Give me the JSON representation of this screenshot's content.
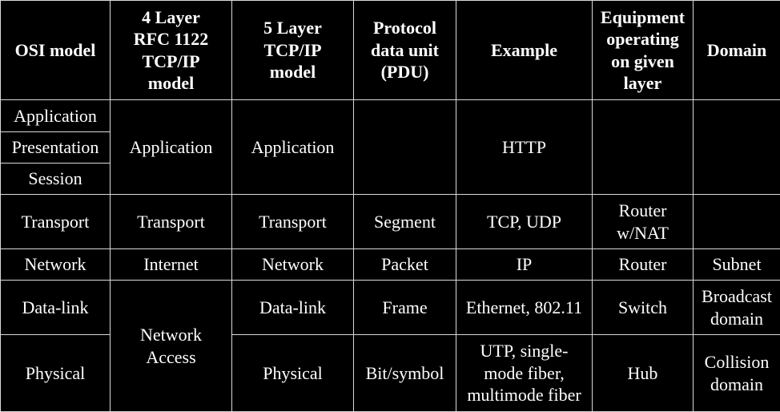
{
  "headers": {
    "osi": "OSI model",
    "rfc1122": "4 Layer\nRFC 1122\nTCP/IP\nmodel",
    "five_layer": "5 Layer\nTCP/IP\nmodel",
    "pdu": "Protocol\ndata unit\n(PDU)",
    "example": "Example",
    "equipment": "Equipment\noperating\non given\nlayer",
    "domain": "Domain"
  },
  "rows": {
    "application": {
      "osi": "Application",
      "presentation": "Presentation",
      "session": "Session",
      "rfc1122": "Application",
      "five_layer": "Application",
      "pdu": "",
      "example": "HTTP",
      "equipment": "",
      "domain": ""
    },
    "transport": {
      "osi": "Transport",
      "rfc1122": "Transport",
      "five_layer": "Transport",
      "pdu": "Segment",
      "example": "TCP, UDP",
      "equipment": "Router\nw/NAT",
      "domain": ""
    },
    "network": {
      "osi": "Network",
      "rfc1122": "Internet",
      "five_layer": "Network",
      "pdu": "Packet",
      "example": "IP",
      "equipment": "Router",
      "domain": "Subnet"
    },
    "datalink": {
      "osi": "Data-link",
      "rfc1122": "Network\nAccess",
      "five_layer": "Data-link",
      "pdu": "Frame",
      "example": "Ethernet, 802.11",
      "equipment": "Switch",
      "domain": "Broadcast\ndomain"
    },
    "physical": {
      "osi": "Physical",
      "five_layer": "Physical",
      "pdu": "Bit/symbol",
      "example": "UTP, single-\nmode fiber,\nmultimode fiber",
      "equipment": "Hub",
      "domain": "Collision\ndomain"
    }
  }
}
